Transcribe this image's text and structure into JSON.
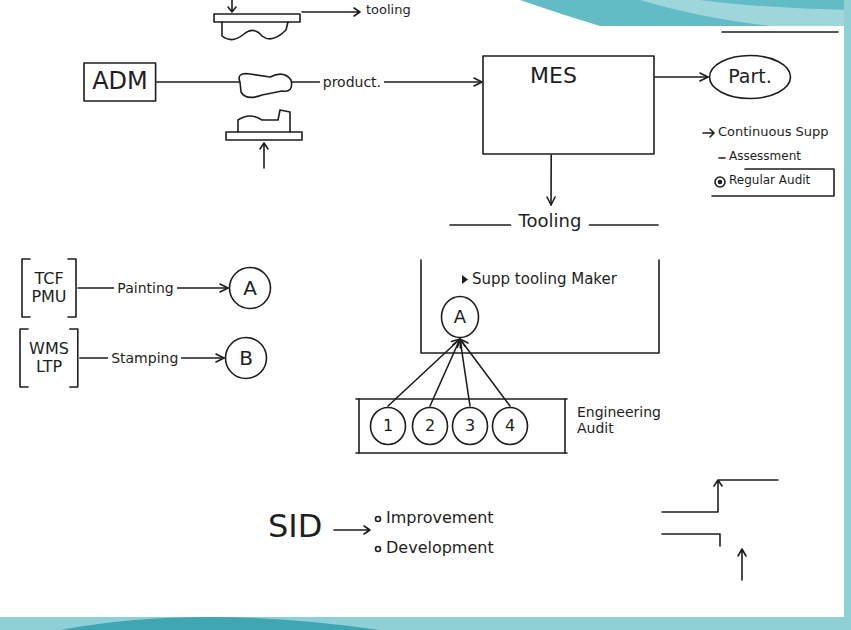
{
  "diagram": {
    "nodes": [
      {
        "text": [
          "ADM"
        ]
      },
      {
        "text": [
          "MES"
        ]
      },
      {
        "text": [
          "Part."
        ]
      },
      {
        "text": [
          "Tooling",
          "Supp tooling Maker"
        ]
      },
      {
        "text": [
          "A"
        ],
        "in": 3
      },
      {
        "text": [
          "TCF",
          "PMU"
        ]
      },
      {
        "text": [
          "A"
        ]
      },
      {
        "text": [
          "WMS",
          "LTP"
        ]
      },
      {
        "text": [
          "B"
        ]
      },
      {
        "text": [
          "Engineering Audit"
        ]
      },
      {
        "text": [
          "1"
        ],
        "in": 9
      },
      {
        "text": [
          "2"
        ],
        "in": 9
      },
      {
        "text": [
          "3"
        ],
        "in": 9
      },
      {
        "text": [
          "4"
        ],
        "in": 9
      }
    ],
    "edges": [
      {
        "from": 0,
        "to": 1,
        "arrow": "to",
        "label": "product."
      },
      {
        "from": 1,
        "to": 2,
        "arrow": "to"
      },
      {
        "from": 1,
        "to": 3,
        "arrow": "to"
      },
      {
        "from": 5,
        "to": 6,
        "arrow": "to",
        "label": "Painting"
      },
      {
        "from": 7,
        "to": 8,
        "arrow": "to",
        "label": "Stamping"
      },
      {
        "from": 10,
        "to": 4,
        "arrow": "to"
      },
      {
        "from": 11,
        "to": 4,
        "arrow": "to"
      },
      {
        "from": 12,
        "to": 4,
        "arrow": "to"
      },
      {
        "from": 13,
        "to": 4,
        "arrow": "to"
      }
    ],
    "labels": [
      "tooling",
      "Continuous Supp",
      "Assessment",
      "Regular Audit",
      "SID",
      "Improvement",
      "Development"
    ]
  }
}
